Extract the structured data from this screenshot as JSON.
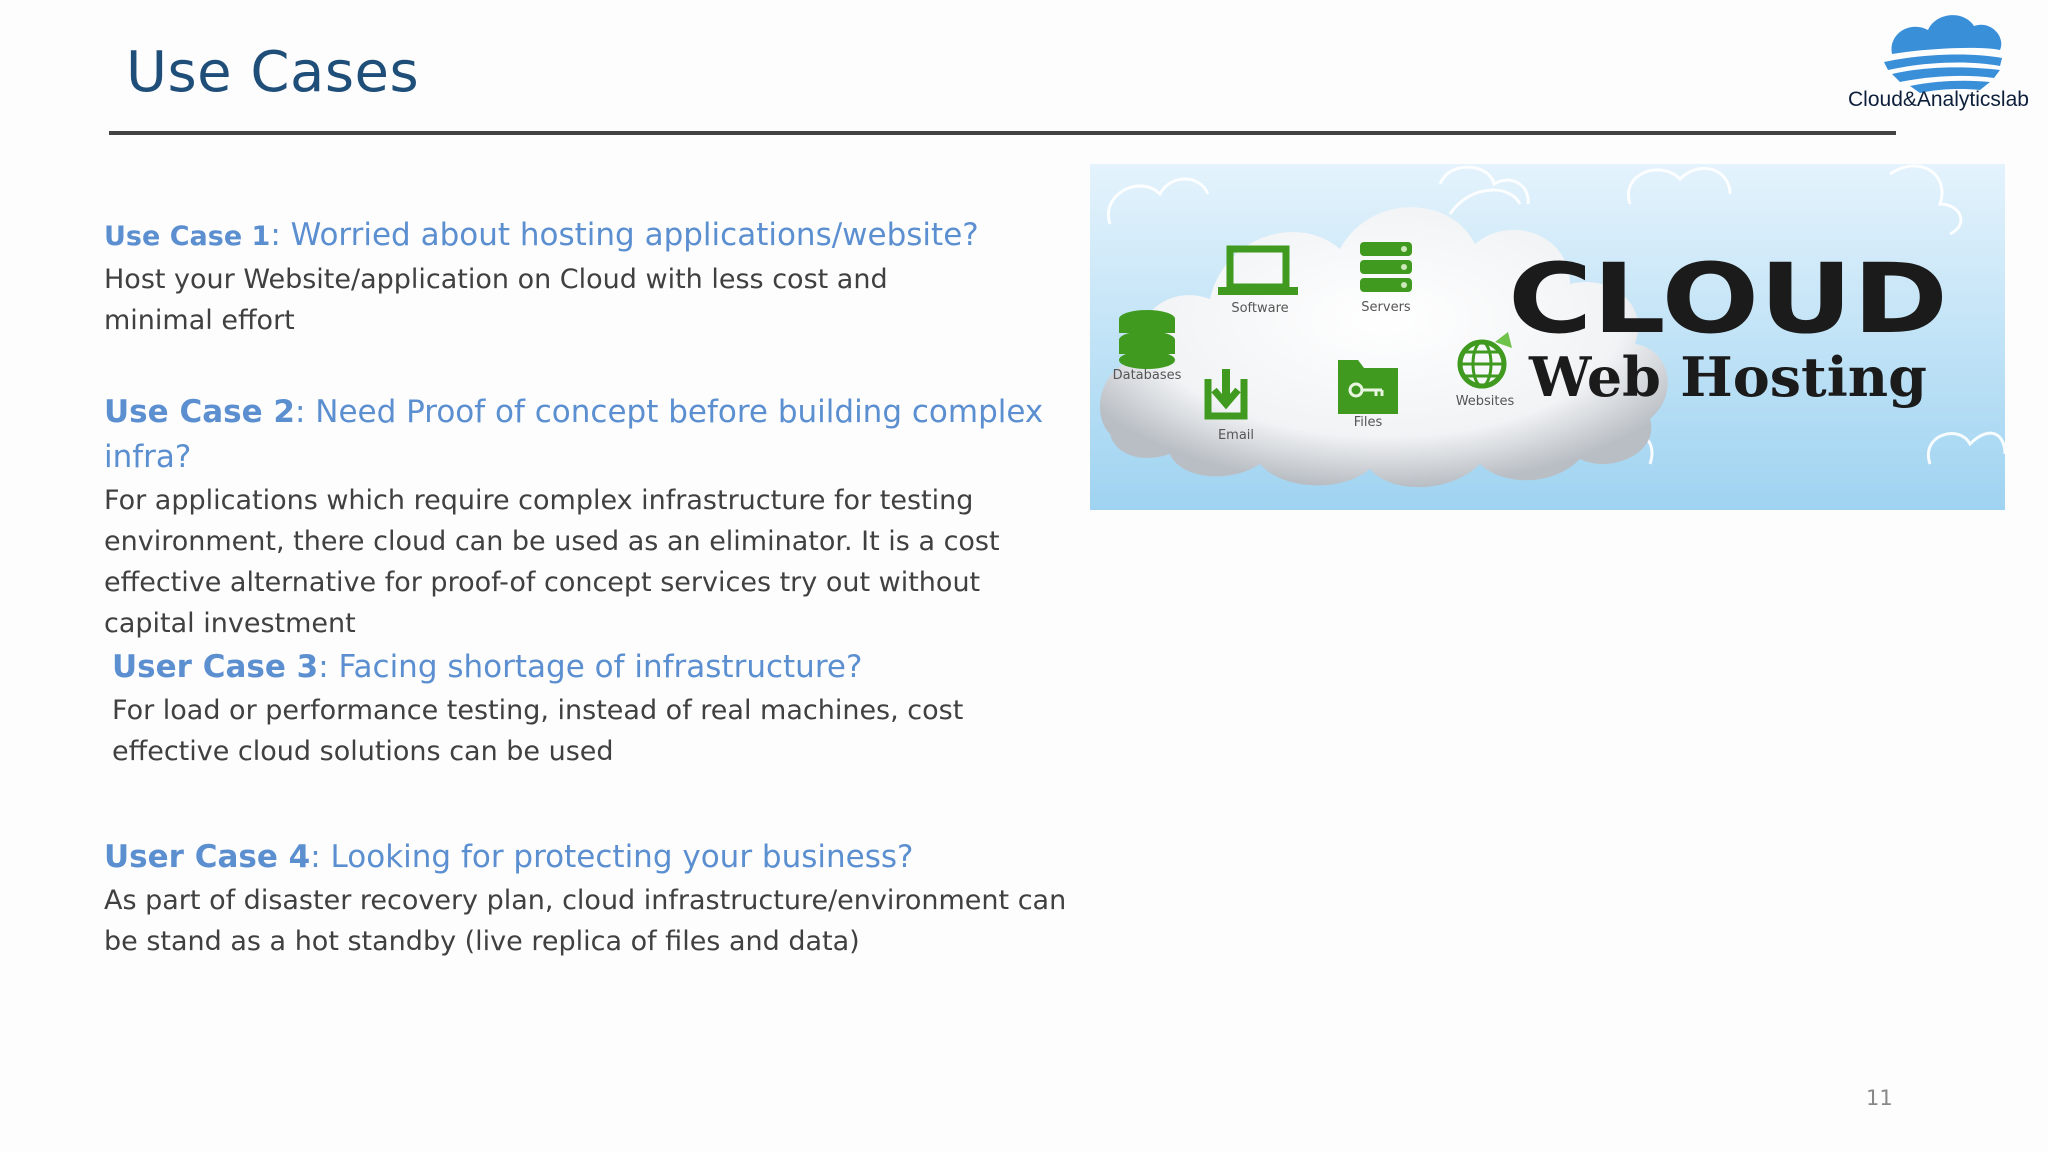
{
  "slide": {
    "title": "Use Cases",
    "page_number": "11"
  },
  "logo": {
    "text": "Cloud&Analyticslab",
    "icon": "cloud-stripes-icon",
    "color": "#3a8fd9"
  },
  "use_cases": [
    {
      "label": "Use Case 1",
      "question": ": Worried about hosting applications/website?",
      "body": [
        "Host your Website/application on Cloud with less cost and",
        "minimal effort"
      ]
    },
    {
      "label": "Use Case 2",
      "question_lines": [
        ": Need Proof of concept before building complex",
        "infra?"
      ],
      "body": [
        "For applications which require complex infrastructure for testing",
        "environment, there cloud can be used as an eliminator. It is a cost",
        "effective alternative for proof-of concept services try out without",
        "capital investment"
      ]
    },
    {
      "label": "User Case 3",
      "question": ": Facing shortage of infrastructure?",
      "body": [
        "For load or performance testing, instead of real machines, cost",
        "effective cloud solutions can be used"
      ]
    },
    {
      "label": "User Case 4",
      "question": ": Looking for protecting your business?",
      "body": [
        "As part of disaster recovery plan, cloud infrastructure/environment can",
        "be stand as a hot standby (live replica of  files and data)"
      ]
    }
  ],
  "hero_image": {
    "headline": "CLOUD",
    "subheadline": "Web Hosting",
    "icons": [
      {
        "name": "databases-icon",
        "label": "Databases"
      },
      {
        "name": "software-icon",
        "label": "Software"
      },
      {
        "name": "servers-icon",
        "label": "Servers"
      },
      {
        "name": "email-icon",
        "label": "Email"
      },
      {
        "name": "files-icon",
        "label": "Files"
      },
      {
        "name": "websites-icon",
        "label": "Websites"
      }
    ],
    "colors": {
      "sky": "#bfe3f7",
      "icon_green": "#3f9a1f",
      "headline": "#1b1b1b"
    }
  },
  "colors": {
    "title": "#1f4e79",
    "heading_blue": "#5b8fd0",
    "body_text": "#404040"
  }
}
